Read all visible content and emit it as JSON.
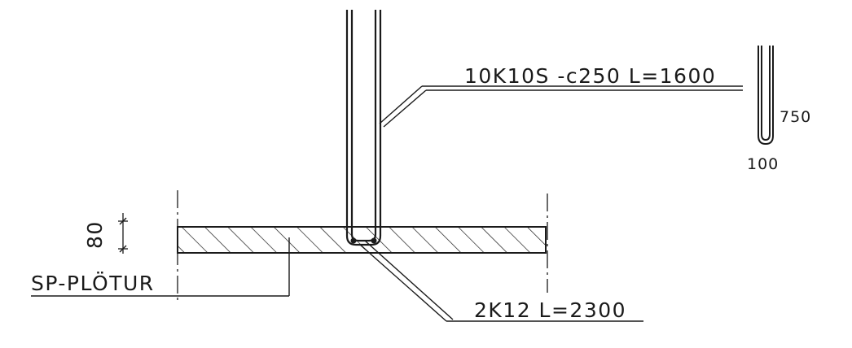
{
  "labels": {
    "stirrup_spec": "10K10S -c250 L=1600",
    "bar_spec": "2K12 L=2300",
    "slab_name": "SP-PLÖTUR",
    "slab_thickness": "80",
    "stirrup_height": "750",
    "stirrup_width": "100"
  },
  "colors": {
    "line": "#1a1a1a",
    "background": "#ffffff"
  }
}
